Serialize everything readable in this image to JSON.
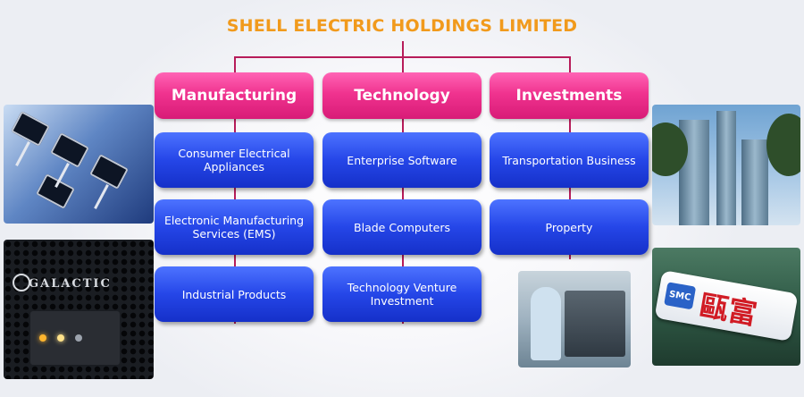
{
  "title": "SHELL ELECTRIC HOLDINGS LIMITED",
  "columns": [
    {
      "label": "Manufacturing",
      "items": [
        "Consumer Electrical Appliances",
        "Electronic Manufacturing Services (EMS)",
        "Industrial Products"
      ]
    },
    {
      "label": "Technology",
      "items": [
        "Enterprise Software",
        "Blade Computers",
        "Technology Venture Investment"
      ]
    },
    {
      "label": "Investments",
      "items": [
        "Transportation Business",
        "Property"
      ]
    }
  ],
  "photos": {
    "server_brand": "GALACTIC",
    "taxi_logo": "SMC",
    "taxi_sign": "甌富"
  },
  "colors": {
    "title": "#f19a1c",
    "header": "#f0338f",
    "item": "#2546e8",
    "connector": "#b71c5a"
  }
}
